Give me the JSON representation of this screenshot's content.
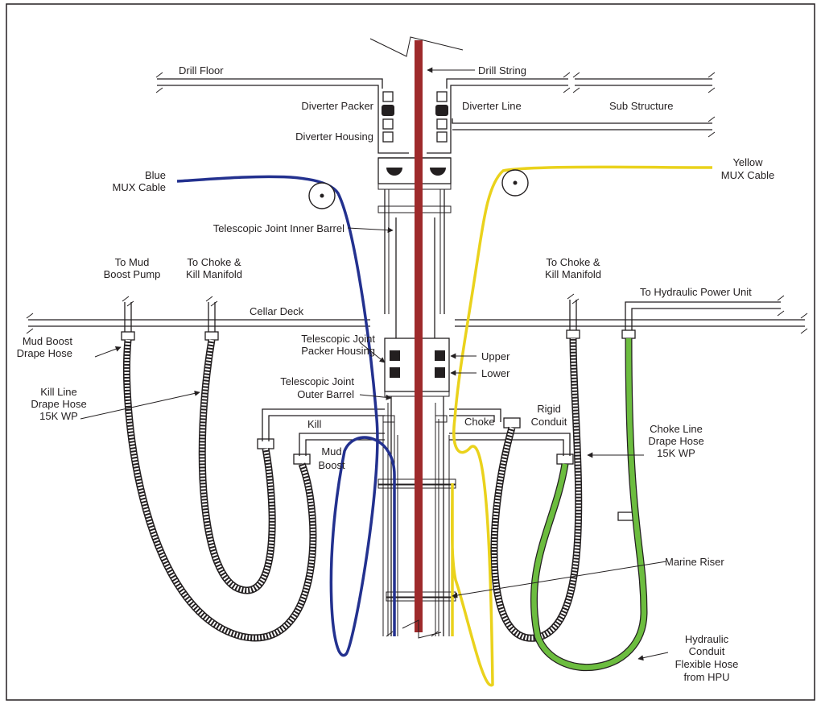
{
  "labels": {
    "drill_floor": "Drill Floor",
    "drill_string": "Drill String",
    "diverter_packer": "Diverter Packer",
    "diverter_line": "Diverter Line",
    "sub_structure": "Sub Structure",
    "diverter_housing": "Diverter Housing",
    "blue_mux_1": "Blue",
    "blue_mux_2": "MUX Cable",
    "yellow_mux_1": "Yellow",
    "yellow_mux_2": "MUX Cable",
    "tj_inner_barrel": "Telescopic Joint Inner Barrel",
    "to_mud_boost_1": "To Mud",
    "to_mud_boost_2": "Boost Pump",
    "to_choke_kill_left_1": "To Choke &",
    "to_choke_kill_left_2": "Kill Manifold",
    "to_choke_kill_right_1": "To Choke &",
    "to_choke_kill_right_2": "Kill Manifold",
    "to_hpu": "To Hydraulic Power Unit",
    "cellar_deck": "Cellar Deck",
    "mud_boost_drape_1": "Mud Boost",
    "mud_boost_drape_2": "Drape Hose",
    "tj_packer_housing_1": "Telescopic Joint",
    "tj_packer_housing_2": "Packer Housing",
    "upper": "Upper",
    "lower": "Lower",
    "kill_line_drape_1": "Kill Line",
    "kill_line_drape_2": "Drape Hose",
    "kill_line_drape_3": "15K WP",
    "tj_outer_barrel_1": "Telescopic Joint",
    "tj_outer_barrel_2": "Outer Barrel",
    "kill": "Kill",
    "choke": "Choke",
    "rigid_conduit_1": "Rigid",
    "rigid_conduit_2": "Conduit",
    "mud_boost_1": "Mud",
    "mud_boost_2": "Boost",
    "choke_line_drape_1": "Choke Line",
    "choke_line_drape_2": "Drape Hose",
    "choke_line_drape_3": "15K WP",
    "marine_riser": "Marine Riser",
    "hydraulic_1": "Hydraulic",
    "hydraulic_2": "Conduit",
    "hydraulic_3": "Flexible Hose",
    "hydraulic_4": "from HPU"
  },
  "colors": {
    "drill_string": "#9e2a2b",
    "blue_mux": "#23318f",
    "yellow_mux": "#ead21c",
    "hydraulic_hose": "#6cbd3f",
    "line": "#231f20"
  }
}
